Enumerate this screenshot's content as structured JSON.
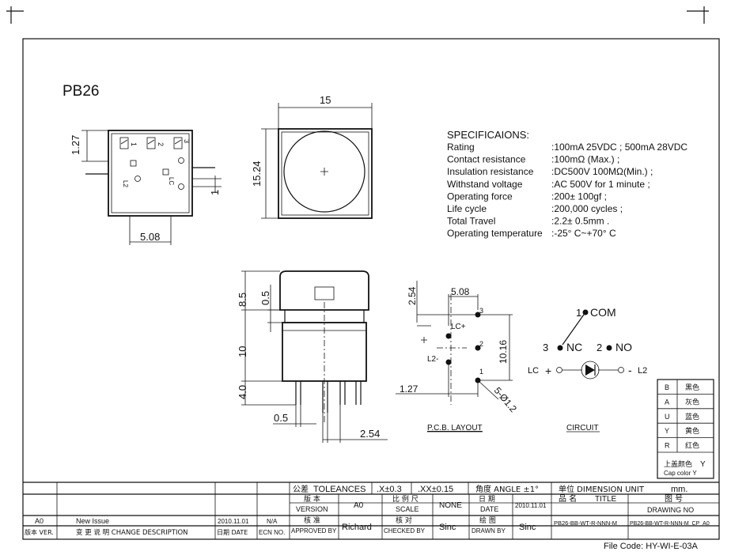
{
  "model": "PB26",
  "dims": {
    "top_height": "1.27",
    "top_pitch": "5.08",
    "top_one": "1",
    "front_width": "15",
    "front_height": "15.24",
    "side_cap": "8.5",
    "side_gap": "0.5",
    "side_body": "10",
    "side_pin": "4.0",
    "side_pin_w": "0.5",
    "side_pin_pitch": "2.54",
    "pcb_254": "2.54",
    "pcb_508": "5.08",
    "pcb_1016": "10.16",
    "pcb_127": "1.27",
    "pcb_hole": "5-Ø1.2"
  },
  "top_view": {
    "pin_1": "1",
    "pin_2": "2",
    "pin_3": "3",
    "label_l2": "L2",
    "label_lc": "LC"
  },
  "specs": {
    "title": "SPECIFICAIONS:",
    "rows": [
      {
        "label": "Rating",
        "value": ":100mA 25VDC ; 500mA 28VDC"
      },
      {
        "label": "Contact resistance",
        "value": ":100mΩ (Max.) ;"
      },
      {
        "label": "Insulation resistance",
        "value": ":DC500V   100MΩ(Min.) ;"
      },
      {
        "label": "Withstand voltage",
        "value": ":AC 500V for 1 minute ;"
      },
      {
        "label": "Operating force",
        "value": ":200± 100gf ;"
      },
      {
        "label": "Life  cycle",
        "value": ":200,000 cycles ;"
      },
      {
        "label": "Total Travel",
        "value": ":2.2± 0.5mm ."
      },
      {
        "label": "Operating temperature",
        "value": ":-25° C~+70° C"
      }
    ]
  },
  "pcb": {
    "label_lc_plus": "LC+",
    "label_l2_minus": "L2-",
    "pin_1": "1",
    "pin_2": "2",
    "pin_3": "3",
    "caption": "P.C.B. LAYOUT"
  },
  "circuit": {
    "com_num": "1",
    "com": "COM",
    "nc_num": "3",
    "nc": "NC",
    "no_num": "2",
    "no": "NO",
    "lc": "LC",
    "plus": "+",
    "minus": "-",
    "l2": "L2",
    "caption": "CIRCUIT"
  },
  "color_table": {
    "rows": [
      {
        "code": "B",
        "name": "黑色"
      },
      {
        "code": "A",
        "name": "灰色"
      },
      {
        "code": "U",
        "name": "蓝色"
      },
      {
        "code": "Y",
        "name": "黄色"
      },
      {
        "code": "R",
        "name": "红色"
      }
    ],
    "footer_cn": "上盖颜色",
    "footer_val": "Y",
    "footer_en": "Cap color Y"
  },
  "title_block": {
    "tol_cn": "公差",
    "tol_en": "TOLEANCES",
    "tol_x": ".X±0.3",
    "tol_xx": ".XX±0.15",
    "angle": "角度 ANGLE ±1°",
    "unit": "单位  DIMENSION UNIT",
    "unit_val": "mm.",
    "version_cn": "版 本",
    "version_en": "VERSION",
    "version_val": "A0",
    "scale_cn": "比 例 尺",
    "scale_en": "SCALE",
    "scale_val": "NONE",
    "date_cn": "日  期",
    "date_en": "DATE",
    "date_val": "2010.11.01",
    "name_cn": "品  名",
    "name_en": "TITLE",
    "drawno_cn": "图  号",
    "drawno_en": "DRAWING NO",
    "approved_cn": "核  准",
    "approved_en": "APPROVED BY",
    "approved_val": "Richard",
    "checked_cn": "核  对",
    "checked_en": "CHECKED BY",
    "checked_val": "Sinc",
    "drawn_cn": "绘  图",
    "drawn_en": "DRAWN BY",
    "drawn_val": "Sinc",
    "title_val": "PB26-BB-WT-R-NNN-M",
    "drawno_val": "PB26-BB-WT-R-NNN-M_CP_A0",
    "rev_ver": "A0",
    "rev_desc": "New Issue",
    "rev_date": "2010.11.01",
    "rev_ecn": "N/A",
    "hdr_ver": "版本 VER.",
    "hdr_desc": "变 更 说 明   CHANGE DESCRIPTION",
    "hdr_date": "日期 DATE",
    "hdr_ecn": "ECN NO."
  },
  "file_code": "File Code: HY-WI-E-03A"
}
